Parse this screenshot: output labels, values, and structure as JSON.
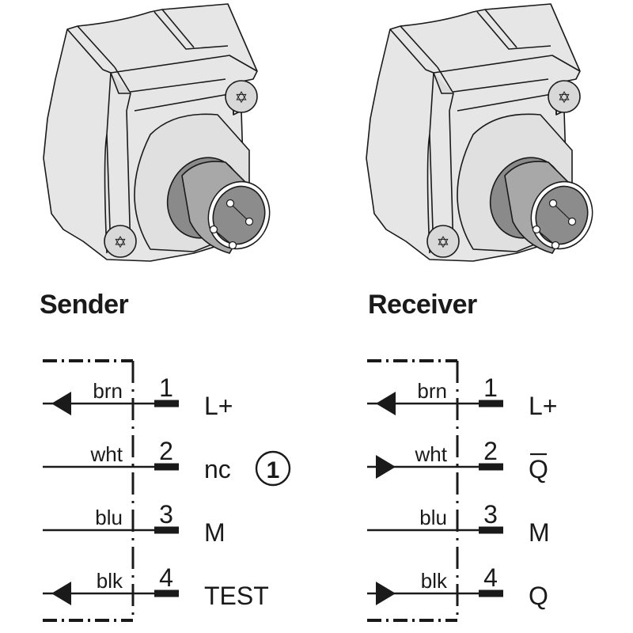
{
  "colors": {
    "ink": "#1a1a1a",
    "housing": "#e6e6e6",
    "housing_shade": "#d2d2d2",
    "connector_metal": "#9a9a9a"
  },
  "devices": [
    {
      "id": "sender",
      "title": "Sender",
      "icons": [
        "m12-connector-4pin",
        "torx-screw-icon"
      ]
    },
    {
      "id": "receiver",
      "title": "Receiver",
      "icons": [
        "m12-connector-4pin",
        "torx-screw-icon"
      ]
    }
  ],
  "sender": {
    "title": "Sender",
    "pins": [
      {
        "wire": "brn",
        "pin": "1",
        "signal": "L+",
        "arrow": "out"
      },
      {
        "wire": "wht",
        "pin": "2",
        "signal": "nc",
        "note": "①",
        "arrow": "none"
      },
      {
        "wire": "blu",
        "pin": "3",
        "signal": "M",
        "arrow": "none"
      },
      {
        "wire": "blk",
        "pin": "4",
        "signal": "TEST",
        "arrow": "out"
      }
    ]
  },
  "receiver": {
    "title": "Receiver",
    "pins": [
      {
        "wire": "brn",
        "pin": "1",
        "signal": "L+",
        "arrow": "out"
      },
      {
        "wire": "wht",
        "pin": "2",
        "signal": "Q",
        "overline": true,
        "arrow": "in"
      },
      {
        "wire": "blu",
        "pin": "3",
        "signal": "M",
        "arrow": "none"
      },
      {
        "wire": "blk",
        "pin": "4",
        "signal": "Q",
        "arrow": "in"
      }
    ]
  }
}
